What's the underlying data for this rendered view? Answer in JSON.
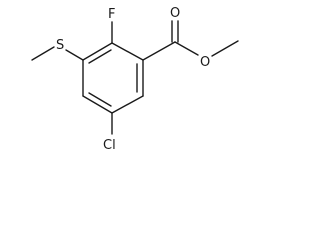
{
  "molecule": {
    "atoms": {
      "fluorine": "F",
      "sulfur": "S",
      "chlorine": "Cl",
      "carbonyl_oxygen": "O",
      "ester_oxygen": "O"
    }
  }
}
